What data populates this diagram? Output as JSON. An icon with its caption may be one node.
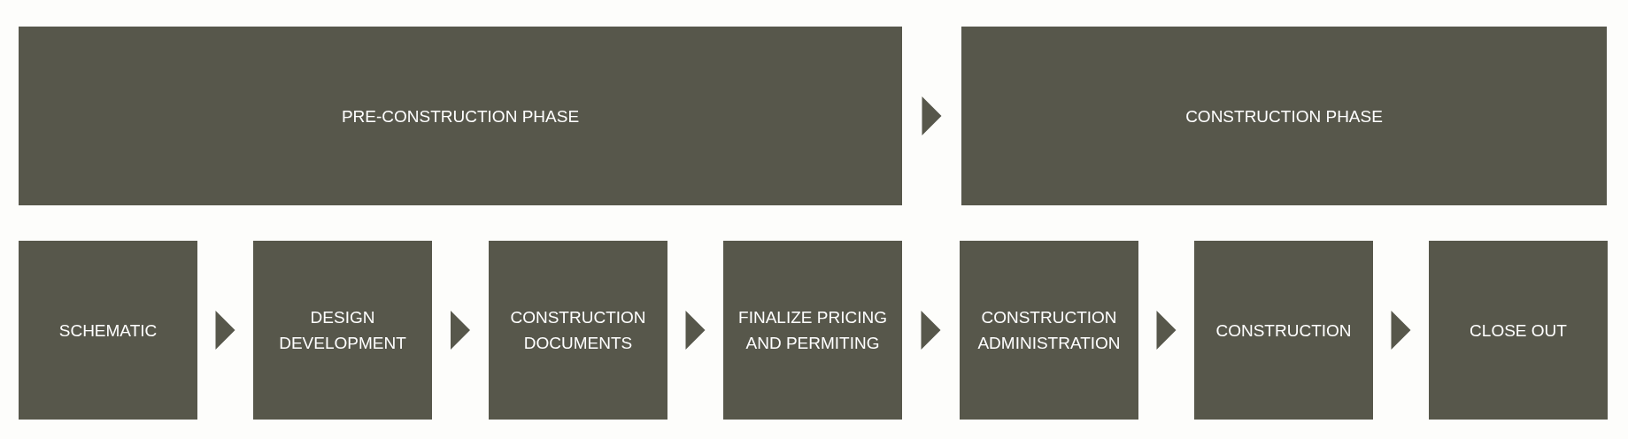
{
  "diagram": {
    "nodes": [
      {
        "text": [
          "PRE-CONSTRUCTION PHASE"
        ]
      },
      {
        "text": [
          "CONSTRUCTION PHASE"
        ]
      },
      {
        "text": [
          "SCHEMATIC"
        ]
      },
      {
        "text": [
          "DESIGN DEVELOPMENT"
        ]
      },
      {
        "text": [
          "CONSTRUCTION DOCUMENTS"
        ]
      },
      {
        "text": [
          "FINALIZE PRICING AND PERMITING"
        ]
      },
      {
        "text": [
          "CONSTRUCTION ADMINISTRATION"
        ]
      },
      {
        "text": [
          "CONSTRUCTION"
        ]
      },
      {
        "text": [
          "CLOSE OUT"
        ]
      }
    ],
    "edges": [
      {
        "from": 0,
        "to": 1,
        "arrow": "to"
      },
      {
        "from": 2,
        "to": 3,
        "arrow": "to"
      },
      {
        "from": 3,
        "to": 4,
        "arrow": "to"
      },
      {
        "from": 4,
        "to": 5,
        "arrow": "to"
      },
      {
        "from": 5,
        "to": 6,
        "arrow": "to"
      },
      {
        "from": 6,
        "to": 7,
        "arrow": "to"
      },
      {
        "from": 7,
        "to": 8,
        "arrow": "to"
      }
    ]
  }
}
